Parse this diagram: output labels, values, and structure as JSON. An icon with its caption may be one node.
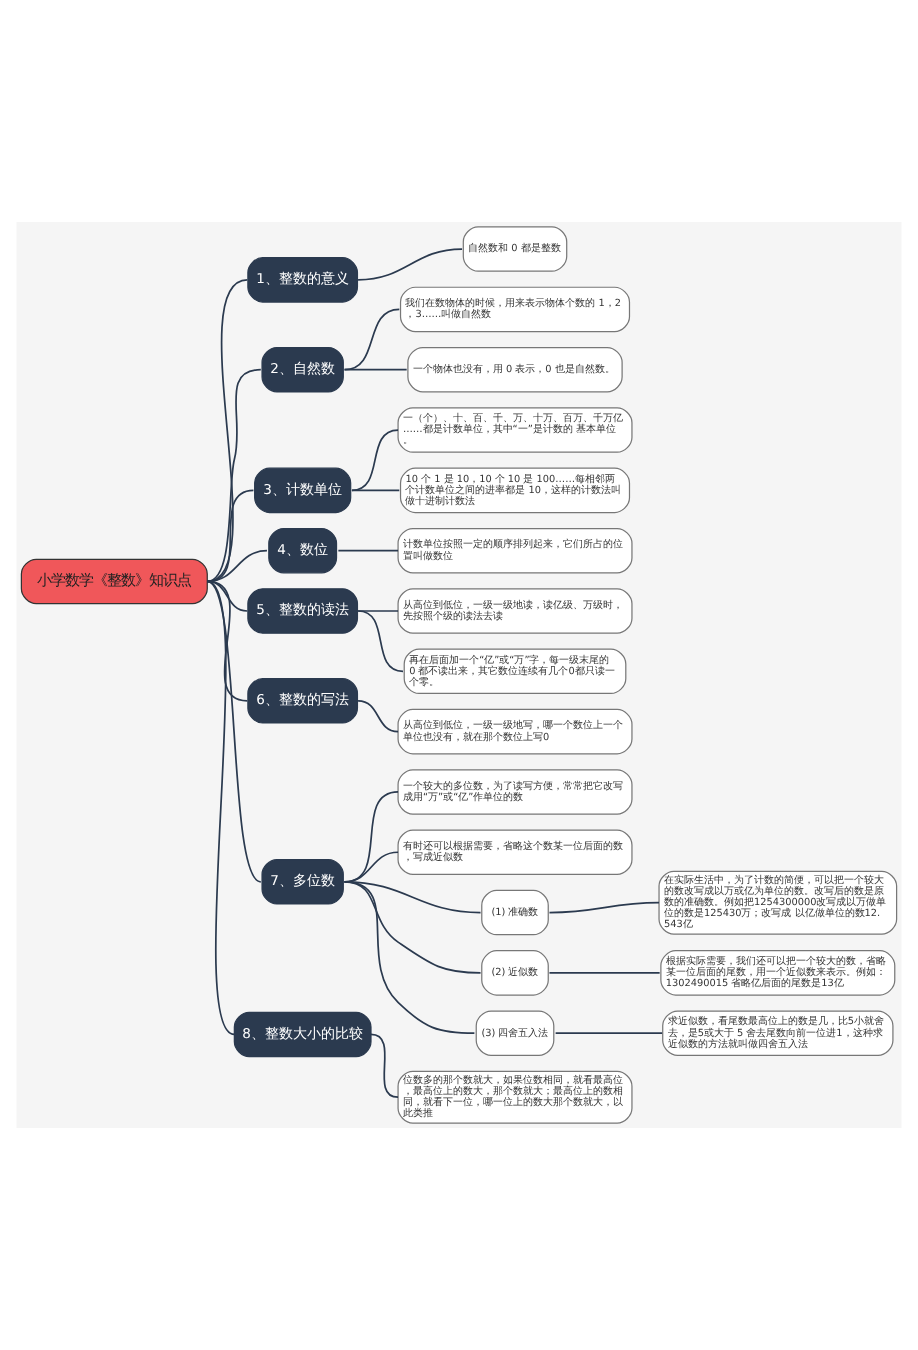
{
  "diagram": {
    "nodes": [
      {
        "text": [
          "小学数学《整数》知识点"
        ]
      },
      {
        "text": [
          "1、整数的意义"
        ]
      },
      {
        "text": [
          "自然数和 0 都是整数"
        ]
      },
      {
        "text": [
          "2、自然数"
        ]
      },
      {
        "text": [
          "我们在数物体的时候，用来表示物体个数的 1，2，3……叫做自然数"
        ]
      },
      {
        "text": [
          "一个物体也没有，用 0 表示，0 也是自然数。"
        ]
      },
      {
        "text": [
          "3、计数单位"
        ]
      },
      {
        "text": [
          "一（个）、十、百、千、万、十万、百万、千万亿……都是计数单位，其中“一”是计数的 基本单位。"
        ]
      },
      {
        "text": [
          "10 个 1 是 10，10 个 10 是 100……每相邻两个计数单位之间的进率都是 10，这样的计数法叫做十进制计数法"
        ]
      },
      {
        "text": [
          "4、数位"
        ]
      },
      {
        "text": [
          "计数单位按照一定的顺序排列起来，它们所占的位置叫做数位"
        ]
      },
      {
        "text": [
          "5、整数的读法"
        ]
      },
      {
        "text": [
          "从高位到低位，一级一级地读，读亿级、万级时，先按照个级的读法去读"
        ]
      },
      {
        "text": [
          "再在后面加一个“亿”或“万”字，每一级末尾的 0 都不读出来，其它数位连续有几个0都只读一个零。"
        ]
      },
      {
        "text": [
          "6、整数的写法"
        ]
      },
      {
        "text": [
          "从高位到低位，一级一级地写，哪一个数位上一个单位也没有，就在那个数位上写0"
        ]
      },
      {
        "text": [
          "7、多位数"
        ]
      },
      {
        "text": [
          "一个较大的多位数，为了读写方便，常常把它改写成用“万”或“亿”作单位的数"
        ]
      },
      {
        "text": [
          "有时还可以根据需要，省略这个数某一位后面的数，写成近似数"
        ]
      },
      {
        "text": [
          "(1) 准确数"
        ]
      },
      {
        "text": [
          "在实际生活中，为了计数的简便，可以把一个较大的数改写成以万或亿为单位的数。改写后的数是原数的准确数。例如把1254300000改写成以万做单位的数是125430万；改写成 以亿做单位的数12.543亿"
        ]
      },
      {
        "text": [
          "(2) 近似数"
        ]
      },
      {
        "text": [
          "根据实际需要，我们还可以把一个较大的数，省略某一位后面的尾数，用一个近似数来表示。例如：1302490015 省略亿后面的尾数是13亿"
        ]
      },
      {
        "text": [
          "(3) 四舍五入法"
        ]
      },
      {
        "text": [
          "求近似数，看尾数最高位上的数是几，比5小就舍去，是5或大于 5 舍去尾数向前一位进1，这种求近似数的方法就叫做四舍五入法"
        ]
      },
      {
        "text": [
          "8、整数大小的比较"
        ]
      },
      {
        "text": [
          "位数多的那个数就大，如果位数相同，就看最高位，最高位上的数大，那个数就大；最高位上的数相同，就看下一位，哪一位上的数大那个数就大，以此类推"
        ]
      }
    ],
    "edges": [
      {
        "from": 0,
        "to": 1,
        "arrow": "none"
      },
      {
        "from": 1,
        "to": 2,
        "arrow": "none"
      },
      {
        "from": 0,
        "to": 3,
        "arrow": "none"
      },
      {
        "from": 3,
        "to": 4,
        "arrow": "none"
      },
      {
        "from": 3,
        "to": 5,
        "arrow": "none"
      },
      {
        "from": 0,
        "to": 6,
        "arrow": "none"
      },
      {
        "from": 6,
        "to": 7,
        "arrow": "none"
      },
      {
        "from": 6,
        "to": 8,
        "arrow": "none"
      },
      {
        "from": 0,
        "to": 9,
        "arrow": "none"
      },
      {
        "from": 9,
        "to": 10,
        "arrow": "none"
      },
      {
        "from": 0,
        "to": 11,
        "arrow": "none"
      },
      {
        "from": 11,
        "to": 12,
        "arrow": "none"
      },
      {
        "from": 11,
        "to": 13,
        "arrow": "none"
      },
      {
        "from": 0,
        "to": 14,
        "arrow": "none"
      },
      {
        "from": 14,
        "to": 15,
        "arrow": "none"
      },
      {
        "from": 0,
        "to": 16,
        "arrow": "none"
      },
      {
        "from": 16,
        "to": 17,
        "arrow": "none"
      },
      {
        "from": 16,
        "to": 18,
        "arrow": "none"
      },
      {
        "from": 16,
        "to": 19,
        "arrow": "none"
      },
      {
        "from": 19,
        "to": 20,
        "arrow": "none"
      },
      {
        "from": 16,
        "to": 21,
        "arrow": "none"
      },
      {
        "from": 21,
        "to": 22,
        "arrow": "none"
      },
      {
        "from": 16,
        "to": 23,
        "arrow": "none"
      },
      {
        "from": 23,
        "to": 24,
        "arrow": "none"
      },
      {
        "from": 0,
        "to": 25,
        "arrow": "none"
      },
      {
        "from": 25,
        "to": 26,
        "arrow": "none"
      }
    ]
  }
}
